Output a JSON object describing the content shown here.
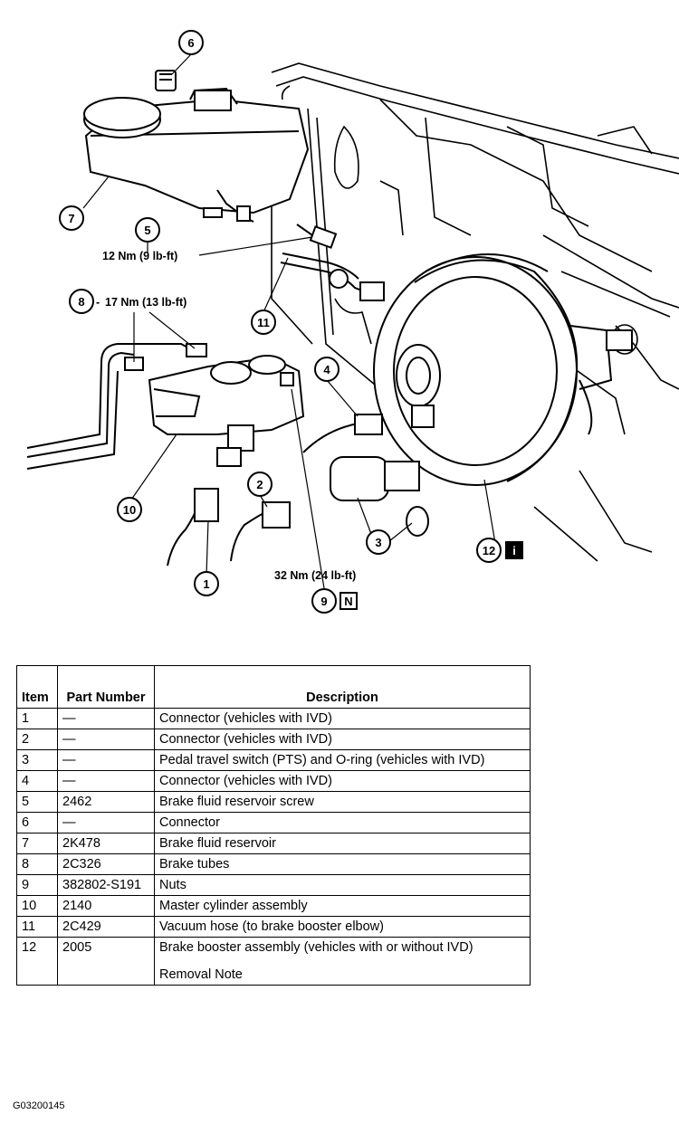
{
  "diagram": {
    "callouts": [
      "1",
      "2",
      "3",
      "4",
      "5",
      "6",
      "7",
      "8",
      "9",
      "10",
      "11",
      "12"
    ],
    "torque_labels": {
      "item5": "12 Nm (9 lb-ft)",
      "item8": "17 Nm (13 lb-ft)",
      "item9": "32 Nm (24 lb-ft)"
    },
    "symbols": {
      "info": "i",
      "new_part": "N"
    }
  },
  "table": {
    "headers": {
      "item": "Item",
      "part_number": "Part Number",
      "description": "Description"
    },
    "rows": [
      {
        "item": "1",
        "part": "—",
        "desc": "Connector (vehicles with IVD)"
      },
      {
        "item": "2",
        "part": "—",
        "desc": "Connector (vehicles with IVD)"
      },
      {
        "item": "3",
        "part": "—",
        "desc": "Pedal travel switch (PTS) and O-ring (vehicles with IVD)"
      },
      {
        "item": "4",
        "part": "—",
        "desc": "Connector (vehicles with IVD)"
      },
      {
        "item": "5",
        "part": "2462",
        "desc": "Brake fluid reservoir screw"
      },
      {
        "item": "6",
        "part": "—",
        "desc": "Connector"
      },
      {
        "item": "7",
        "part": "2K478",
        "desc": "Brake fluid reservoir"
      },
      {
        "item": "8",
        "part": "2C326",
        "desc": "Brake tubes"
      },
      {
        "item": "9",
        "part": "382802-S191",
        "desc": "Nuts"
      },
      {
        "item": "10",
        "part": "2140",
        "desc": "Master cylinder assembly"
      },
      {
        "item": "11",
        "part": "2C429",
        "desc": "Vacuum hose (to brake booster elbow)"
      },
      {
        "item": "12",
        "part": "2005",
        "desc": "Brake booster assembly (vehicles with or without IVD)",
        "note": "Removal Note"
      }
    ]
  },
  "figure_id": "G03200145"
}
